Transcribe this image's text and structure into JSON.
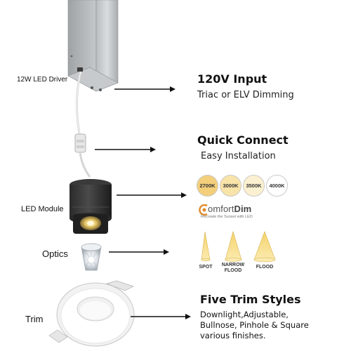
{
  "left_labels": {
    "driver": "12W  LED Driver",
    "module": "LED Module",
    "optics": "Optics",
    "trim": "Trim"
  },
  "features": [
    {
      "title": "120V Input",
      "subtitle": "Triac or ELV Dimming"
    },
    {
      "title": "Quick Connect",
      "subtitle": "Easy Installation"
    }
  ],
  "color_temps": [
    {
      "label": "2700K",
      "color": "#f3cf7c"
    },
    {
      "label": "3000K",
      "color": "#f8e3a8"
    },
    {
      "label": "3500K",
      "color": "#fbf0cf"
    },
    {
      "label": "4000K",
      "color": "#ffffff"
    }
  ],
  "comfort_dim": {
    "logo_text": "ComfortDim",
    "tagline": "Recreate the Sunset with LED",
    "accent": "#e08a2a"
  },
  "beams": [
    {
      "label": "SPOT"
    },
    {
      "label": "NARROW FLOOD"
    },
    {
      "label": "FLOOD"
    }
  ],
  "trim": {
    "title": "Five Trim Styles",
    "description": "Downlight,Adjustable, Bullnose, Pinhole & Square various finishes."
  }
}
